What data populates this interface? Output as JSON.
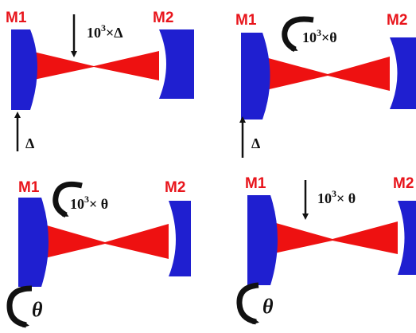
{
  "colors": {
    "mirror": "#1f1fd0",
    "beam": "#ee1111",
    "label": "#e8141b",
    "arrow": "#111111"
  },
  "panels": [
    {
      "m1": "M1",
      "m2": "M2",
      "annotation_base": "10",
      "annotation_exp": "3",
      "annotation_rest": "×Δ",
      "bottom_symbol": "Δ",
      "arrow_icon": "down-arrow-icon",
      "bottom_icon": "up-arrow-icon"
    },
    {
      "m1": "M1",
      "m2": "M2",
      "annotation_base": "10",
      "annotation_exp": "3",
      "annotation_rest": "×θ",
      "bottom_symbol": "Δ",
      "arrow_icon": "rotate-arrow-icon",
      "bottom_icon": "up-arrow-icon"
    },
    {
      "m1": "M1",
      "m2": "M2",
      "annotation_base": "10",
      "annotation_exp": "3",
      "annotation_rest": "× θ",
      "bottom_symbol": "θ",
      "arrow_icon": "rotate-arrow-icon",
      "bottom_icon": "rotate-arrow-icon"
    },
    {
      "m1": "M1",
      "m2": "M2",
      "annotation_base": "10",
      "annotation_exp": "3",
      "annotation_rest": "× θ",
      "bottom_symbol": "θ",
      "arrow_icon": "down-arrow-icon",
      "bottom_icon": "rotate-arrow-icon"
    }
  ]
}
